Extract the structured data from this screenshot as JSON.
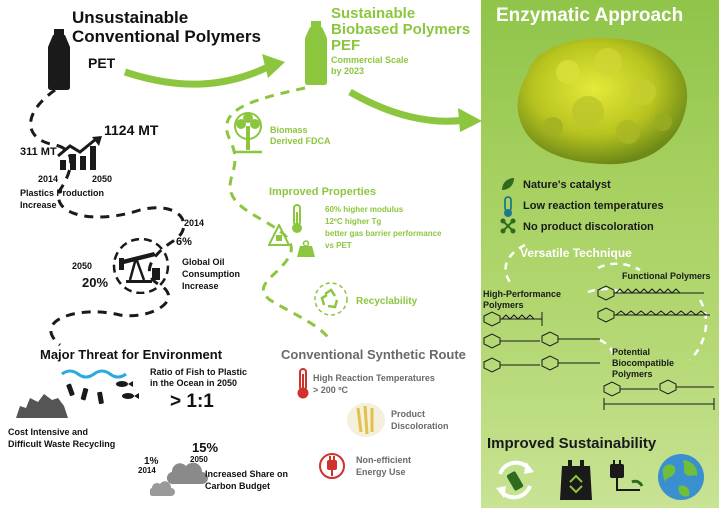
{
  "left": {
    "title_line1": "Unsustainable",
    "title_line2": "Conventional Polymers",
    "pet": "PET",
    "mt_1124": "1124 MT",
    "mt_311": "311 MT",
    "year_2014": "2014",
    "year_2050": "2050",
    "plastics_line1": "Plastics Production",
    "plastics_line2": "Increase",
    "oil_year_2014": "2014",
    "oil_pct_6": "6%",
    "oil_year_2050": "2050",
    "oil_pct_20": "20%",
    "oil_line1": "Global Oil",
    "oil_line2": "Consumption",
    "oil_line3": "Increase",
    "threat": "Major Threat for Environment",
    "fish_line1": "Ratio of Fish to Plastic",
    "fish_line2": "in the Ocean in 2050",
    "ratio": "> 1:1",
    "waste_line1": "Cost Intensive and",
    "waste_line2": "Difficult Waste Recycling",
    "carbon_pct_15": "15%",
    "carbon_year_2050": "2050",
    "carbon_pct_1": "1%",
    "carbon_year_2014": "2014",
    "carbon_line1": "Increased Share on",
    "carbon_line2": "Carbon Budget"
  },
  "middle": {
    "title_line1": "Sustainable",
    "title_line2": "Biobased Polymers",
    "title_line3": "PEF",
    "sub_line1": "Commercial Scale",
    "sub_line2": "by 2023",
    "biomass_line1": "Biomass",
    "biomass_line2": "Derived FDCA",
    "improved": "Improved Properties",
    "prop1": "60% higher modulus",
    "prop2": "12ºC higher Tg",
    "prop3": "better gas barrier performance",
    "prop4": "vs PET",
    "recyclability": "Recyclability",
    "conv_route": "Conventional Synthetic Route",
    "high_temp_line1": "High Reaction Temperatures",
    "high_temp_line2": "> 200 ºC",
    "product_line1": "Product",
    "product_line2": "Discoloration",
    "energy_line1": "Non-efficient",
    "energy_line2": "Energy Use"
  },
  "right": {
    "title": "Enzymatic Approach",
    "item1": "Nature's catalyst",
    "item2": "Low reaction temperatures",
    "item3": "No product discoloration",
    "versatile": "Versatile Technique",
    "functional": "Functional Polymers",
    "hp_line1": "High-Performance",
    "hp_line2": "Polymers",
    "bio_line1": "Potential",
    "bio_line2": "Biocompatible",
    "bio_line3": "Polymers",
    "improved_sustainability": "Improved Sustainability"
  },
  "colors": {
    "accent_green": "#8cc63f",
    "dark_green": "#2d6b1e",
    "panel_green": "#9fcd58",
    "red": "#d0312d"
  }
}
